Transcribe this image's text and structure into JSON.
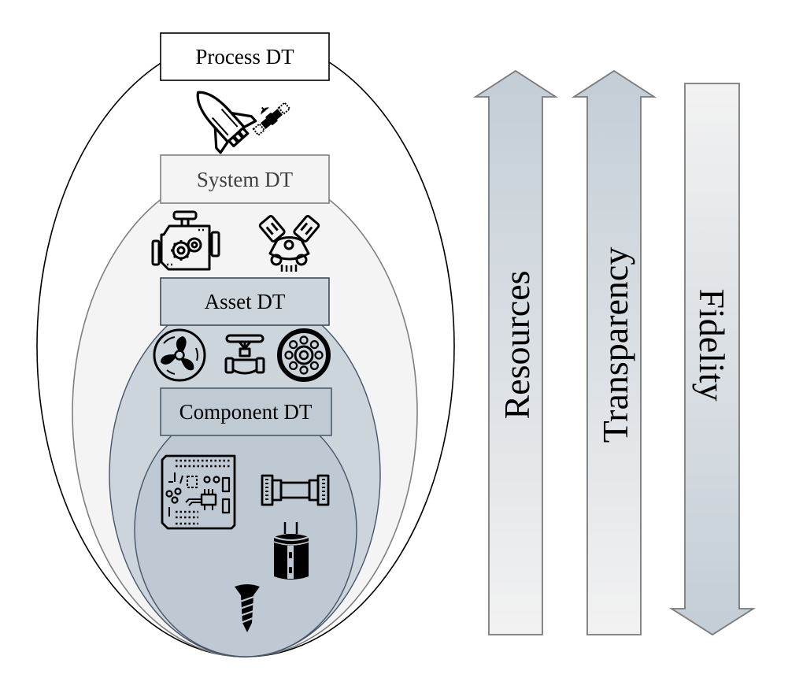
{
  "levels": [
    {
      "id": "process",
      "label": "Process DT",
      "icons": [
        "space-shuttle-icon",
        "satellite-icon"
      ]
    },
    {
      "id": "system",
      "label": "System DT",
      "icons": [
        "engine-gears-icon",
        "v-engine-icon"
      ]
    },
    {
      "id": "asset",
      "label": "Asset DT",
      "icons": [
        "fan-icon",
        "valve-icon",
        "ball-bearing-icon"
      ]
    },
    {
      "id": "component",
      "label": "Component DT",
      "icons": [
        "circuit-board-icon",
        "shaft-coupling-icon",
        "capacitor-icon",
        "screw-icon"
      ]
    }
  ],
  "arrows": [
    {
      "label": "Resources",
      "direction": "up"
    },
    {
      "label": "Transparency",
      "direction": "up"
    },
    {
      "label": "Fidelity",
      "direction": "down"
    }
  ],
  "colors": {
    "process_fill": "#ffffff",
    "process_stroke": "#000000",
    "system_fill": "#f4f4f4",
    "system_stroke": "#7f7f7f",
    "asset_fill": "#cdd5dc",
    "asset_stroke": "#44546a",
    "component_fill": "#bfc9d3",
    "component_stroke": "#44546a",
    "arrow_dark": "#c3cdd6",
    "arrow_light": "#f2f2f2",
    "arrow_stroke": "#7a7a7a"
  }
}
